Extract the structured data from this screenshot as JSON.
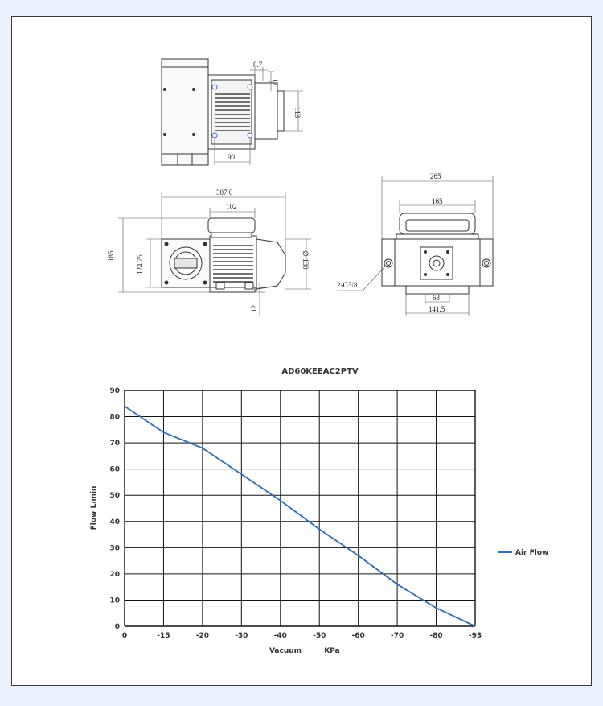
{
  "drawing": {
    "top_view": {
      "dim_8_7": "8.7",
      "dim_12": "12",
      "dim_113": "113",
      "dim_90": "90"
    },
    "side_view": {
      "dim_307_6": "307.6",
      "dim_102": "102",
      "dim_185": "185",
      "dim_124_75": "124.75",
      "dim_130": "∅ 130",
      "dim_12": "12"
    },
    "end_view": {
      "dim_265": "265",
      "dim_165": "165",
      "port_label": "2-G3/8",
      "dim_63": "63",
      "dim_141_5": "141.5"
    }
  },
  "chart_data": {
    "type": "line",
    "title": "AD60KEEAC2PTV",
    "xlabel": "Vacuum",
    "xunit": "KPa",
    "ylabel": "Flow L/min",
    "x_ticks": [
      "0",
      "-15",
      "-20",
      "-30",
      "-40",
      "-50",
      "-60",
      "-70",
      "-80",
      "-93"
    ],
    "y_ticks": [
      "0",
      "10",
      "20",
      "30",
      "40",
      "50",
      "60",
      "70",
      "80",
      "90"
    ],
    "ylim": [
      0,
      90
    ],
    "grid": true,
    "legend_position": "right",
    "series": [
      {
        "name": "Air Flow",
        "color": "#2f6db3",
        "x": [
          "0",
          "-15",
          "-20",
          "-30",
          "-40",
          "-50",
          "-60",
          "-70",
          "-80",
          "-93"
        ],
        "points_xpos": [
          0,
          1,
          2,
          3,
          4,
          5,
          6,
          7,
          8,
          9
        ],
        "values": [
          84,
          74,
          68,
          58,
          48,
          37,
          27,
          16,
          7,
          0
        ]
      }
    ]
  }
}
